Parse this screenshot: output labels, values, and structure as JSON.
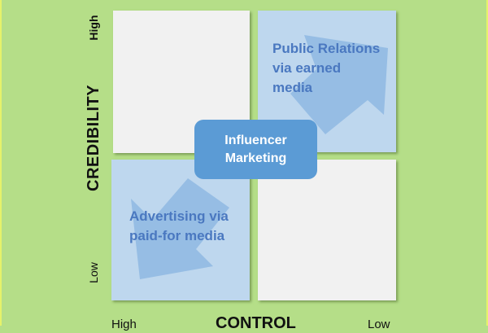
{
  "diagram": {
    "type": "2x2 matrix",
    "y_axis": {
      "title": "CREDIBILITY",
      "high_label": "High",
      "low_label": "Low"
    },
    "x_axis": {
      "title": "CONTROL",
      "high_label": "High",
      "low_label": "Low"
    },
    "quadrants": {
      "top_left": {
        "label": ""
      },
      "top_right": {
        "line1": "Public Relations",
        "line2": "via earned",
        "line3": "media"
      },
      "bottom_left": {
        "line1": "Advertising via",
        "line2": "paid-for media"
      },
      "bottom_right": {
        "label": ""
      }
    },
    "center": {
      "line1": "Influencer",
      "line2": "Marketing"
    },
    "colors": {
      "background": "#b5de88",
      "blue_quadrant": "#bed7ee",
      "white_quadrant": "#f1f1f1",
      "center_box": "#5b9bd5",
      "quadrant_text": "#4a78c0"
    }
  }
}
